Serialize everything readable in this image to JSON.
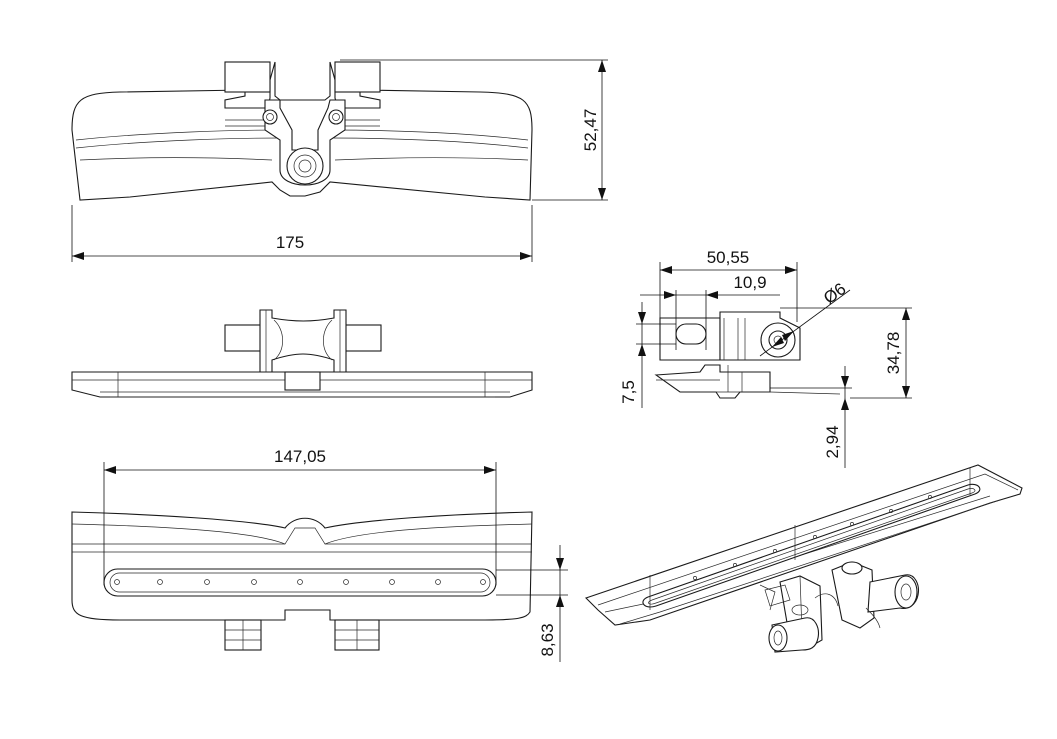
{
  "dimensions": {
    "overall_length": "175",
    "overall_height": "52,47",
    "hole_spacing": "147,05",
    "slot_offset": "8,63",
    "side_width": "50,55",
    "side_offset": "10,9",
    "bore_diameter": "Ø6",
    "side_height": "34,78",
    "slot_height": "7,5",
    "base_offset": "2,94"
  },
  "colors": {
    "line": "#1a1a1a",
    "background": "#ffffff"
  }
}
